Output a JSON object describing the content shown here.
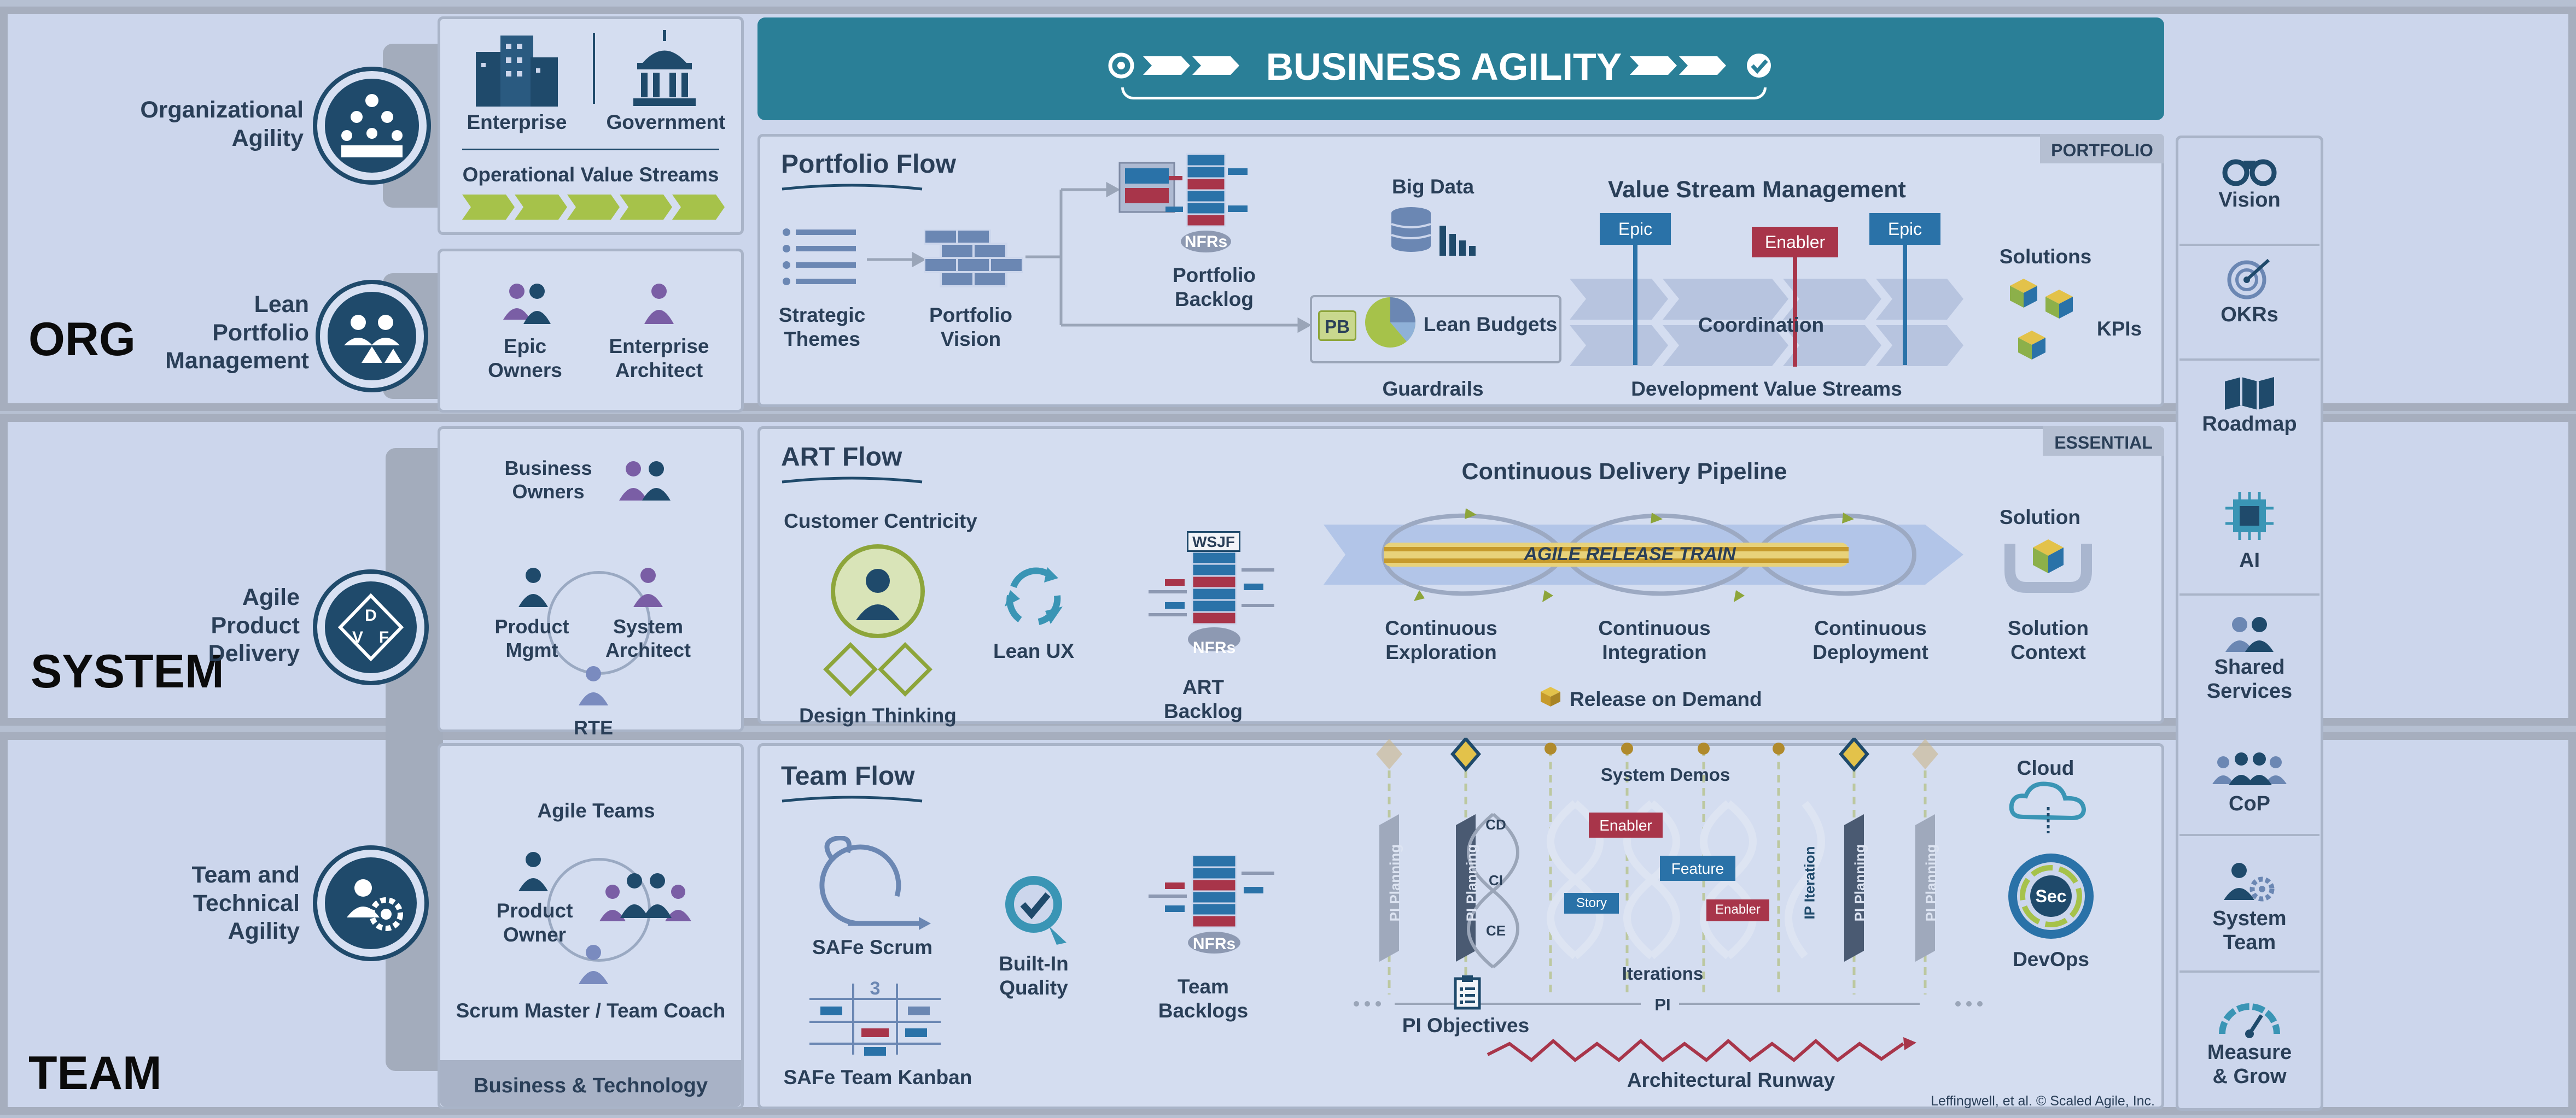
{
  "banner": {
    "title": "BUSINESS AGILITY"
  },
  "levels": {
    "org": "ORG",
    "system": "SYSTEM",
    "team": "TEAM"
  },
  "competencies": {
    "org_agility": "Organizational\nAgility",
    "lpm": "Lean\nPortfolio\nManagement",
    "apd": "Agile\nProduct\nDelivery",
    "apd_letters": [
      "D",
      "V",
      "F"
    ],
    "tta": "Team and\nTechnical\nAgility"
  },
  "org_roles": {
    "enterprise": "Enterprise",
    "government": "Government",
    "ovs": "Operational Value Streams",
    "epic_owners": "Epic\nOwners",
    "enterprise_architect": "Enterprise\nArchitect"
  },
  "system_roles": {
    "business_owners": "Business\nOwners",
    "product_mgmt": "Product\nMgmt",
    "system_architect": "System\nArchitect",
    "rte": "RTE"
  },
  "team_roles": {
    "agile_teams": "Agile Teams",
    "product_owner": "Product\nOwner",
    "scrum_master": "Scrum Master / Team Coach",
    "business_tech": "Business & Technology"
  },
  "portfolio": {
    "badge": "PORTFOLIO",
    "flow": "Portfolio Flow",
    "strategic_themes": "Strategic\nThemes",
    "portfolio_vision": "Portfolio\nVision",
    "nfrs": "NFRs",
    "portfolio_backlog": "Portfolio\nBacklog",
    "big_data": "Big Data",
    "pb": "PB",
    "lean_budgets": "Lean Budgets",
    "guardrails": "Guardrails",
    "vsm": "Value Stream Management",
    "epic": "Epic",
    "enabler": "Enabler",
    "coordination": "Coordination",
    "dvs": "Development Value Streams",
    "solutions": "Solutions",
    "kpis": "KPIs"
  },
  "essential": {
    "badge": "ESSENTIAL",
    "flow": "ART Flow",
    "customer_centricity": "Customer Centricity",
    "design_thinking": "Design Thinking",
    "lean_ux": "Lean UX",
    "wsjf": "WSJF",
    "nfrs": "NFRs",
    "art_backlog": "ART\nBacklog",
    "cdp": "Continuous Delivery Pipeline",
    "art": "AGILE RELEASE TRAIN",
    "cont_exploration": "Continuous\nExploration",
    "cont_integration": "Continuous\nIntegration",
    "cont_deployment": "Continuous\nDeployment",
    "solution": "Solution",
    "solution_context": "Solution\nContext",
    "release_on_demand": "Release on Demand"
  },
  "team": {
    "flow": "Team Flow",
    "safe_scrum": "SAFe Scrum",
    "built_in_quality": "Built-In\nQuality",
    "team_backlogs": "Team\nBacklogs",
    "nfrs": "NFRs",
    "kanban": "SAFe Team Kanban",
    "kanban_wip": "3",
    "pi_planning": "PI Planning",
    "ip_iteration": "IP Iteration",
    "system_demos": "System Demos",
    "cd": "CD",
    "ci": "CI",
    "ce": "CE",
    "enabler": "Enabler",
    "feature": "Feature",
    "story": "Story",
    "iterations": "Iterations",
    "pi": "PI",
    "pi_objectives": "PI Objectives",
    "arch_runway": "Architectural Runway",
    "cloud": "Cloud",
    "sec": "Sec",
    "devops": "DevOps",
    "copyright": "Leffingwell, et al. © Scaled Agile, Inc."
  },
  "spanning": [
    "Vision",
    "OKRs",
    "Roadmap",
    "AI",
    "Shared\nServices",
    "CoP",
    "System\nTeam",
    "Measure\n& Grow"
  ],
  "colors": {
    "banner": "#2a7f97",
    "dark_blue": "#1f4a6b",
    "epic_blue": "#2a72a8",
    "enabler_red": "#a8354a",
    "chevron_green": "#a6c24a"
  }
}
